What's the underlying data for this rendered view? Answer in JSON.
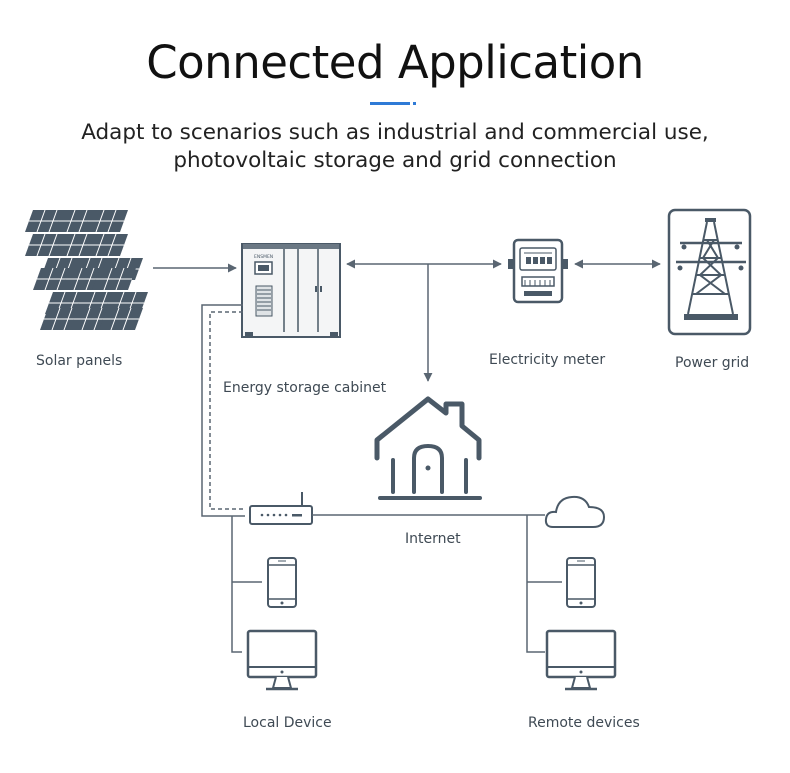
{
  "header": {
    "title": "Connected Application",
    "subtitle_line1": "Adapt to scenarios such as industrial and commercial use,",
    "subtitle_line2": "photovoltaic storage and grid connection"
  },
  "cabinet": {
    "brand_text": "ENSMEN"
  },
  "labels": {
    "solar_panels": "Solar panels",
    "energy_storage_cabinet": "Energy storage cabinet",
    "electricity_meter": "Electricity meter",
    "power_grid": "Power grid",
    "internet": "Internet",
    "local_device": "Local Device",
    "remote_devices": "Remote devices"
  },
  "colors": {
    "icon": "#4a5967",
    "line": "#5a6672",
    "accent": "#2f7ad6"
  }
}
